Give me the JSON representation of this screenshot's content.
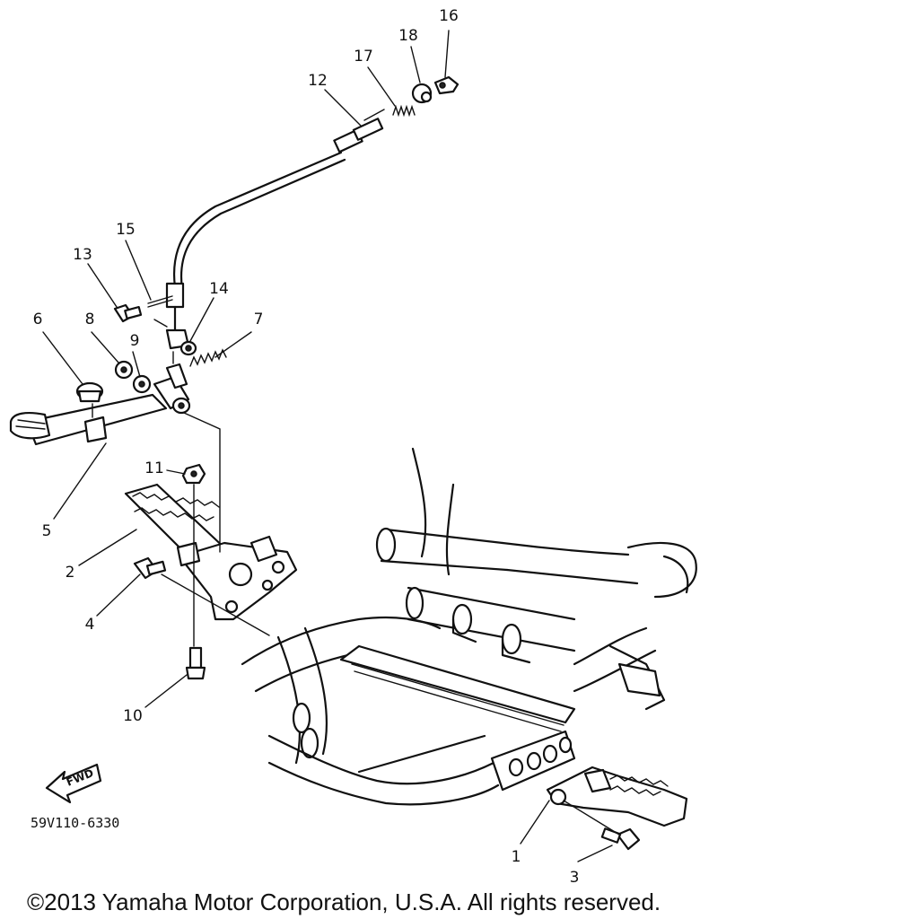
{
  "diagram": {
    "callouts": [
      {
        "id": "1",
        "label": "1"
      },
      {
        "id": "2",
        "label": "2"
      },
      {
        "id": "3",
        "label": "3"
      },
      {
        "id": "4",
        "label": "4"
      },
      {
        "id": "5",
        "label": "5"
      },
      {
        "id": "6",
        "label": "6"
      },
      {
        "id": "7",
        "label": "7"
      },
      {
        "id": "8",
        "label": "8"
      },
      {
        "id": "9",
        "label": "9"
      },
      {
        "id": "10",
        "label": "10"
      },
      {
        "id": "11",
        "label": "11"
      },
      {
        "id": "12",
        "label": "12"
      },
      {
        "id": "13",
        "label": "13"
      },
      {
        "id": "14",
        "label": "14"
      },
      {
        "id": "15",
        "label": "15"
      },
      {
        "id": "16",
        "label": "16"
      },
      {
        "id": "17",
        "label": "17"
      },
      {
        "id": "18",
        "label": "18"
      }
    ],
    "direction_marker": "FWD",
    "drawing_code": "59V110-6330",
    "copyright": "©2013 Yamaha Motor Corporation, U.S.A. All rights reserved."
  }
}
